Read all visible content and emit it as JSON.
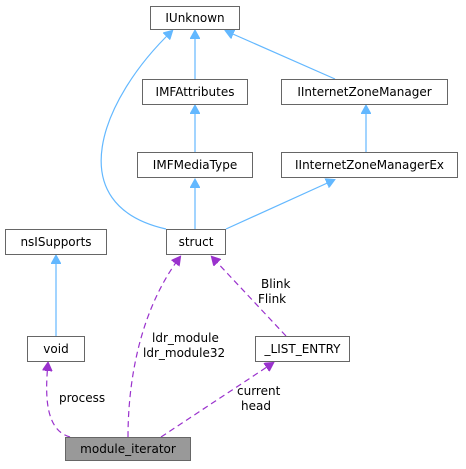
{
  "nodes": {
    "iunknown": "IUnknown",
    "imfattributes": "IMFAttributes",
    "iinternetzonemanager": "IInternetZoneManager",
    "imfmediatype": "IMFMediaType",
    "iinternetzonemanagerex": "IInternetZoneManagerEx",
    "nsisupports": "nsISupports",
    "struct": "struct",
    "void": "void",
    "list_entry": "_LIST_ENTRY",
    "module_iterator": "module_iterator"
  },
  "edge_labels": {
    "blink": "Blink",
    "flink": "Flink",
    "ldr_module": "ldr_module",
    "ldr_module32": "ldr_module32",
    "current": "current",
    "head": "head",
    "process": "process"
  },
  "colors": {
    "inheritance_edge": "#63b8ff",
    "member_edge": "#9a32cd",
    "node_border": "#666666",
    "current_node_fill": "#999999"
  }
}
